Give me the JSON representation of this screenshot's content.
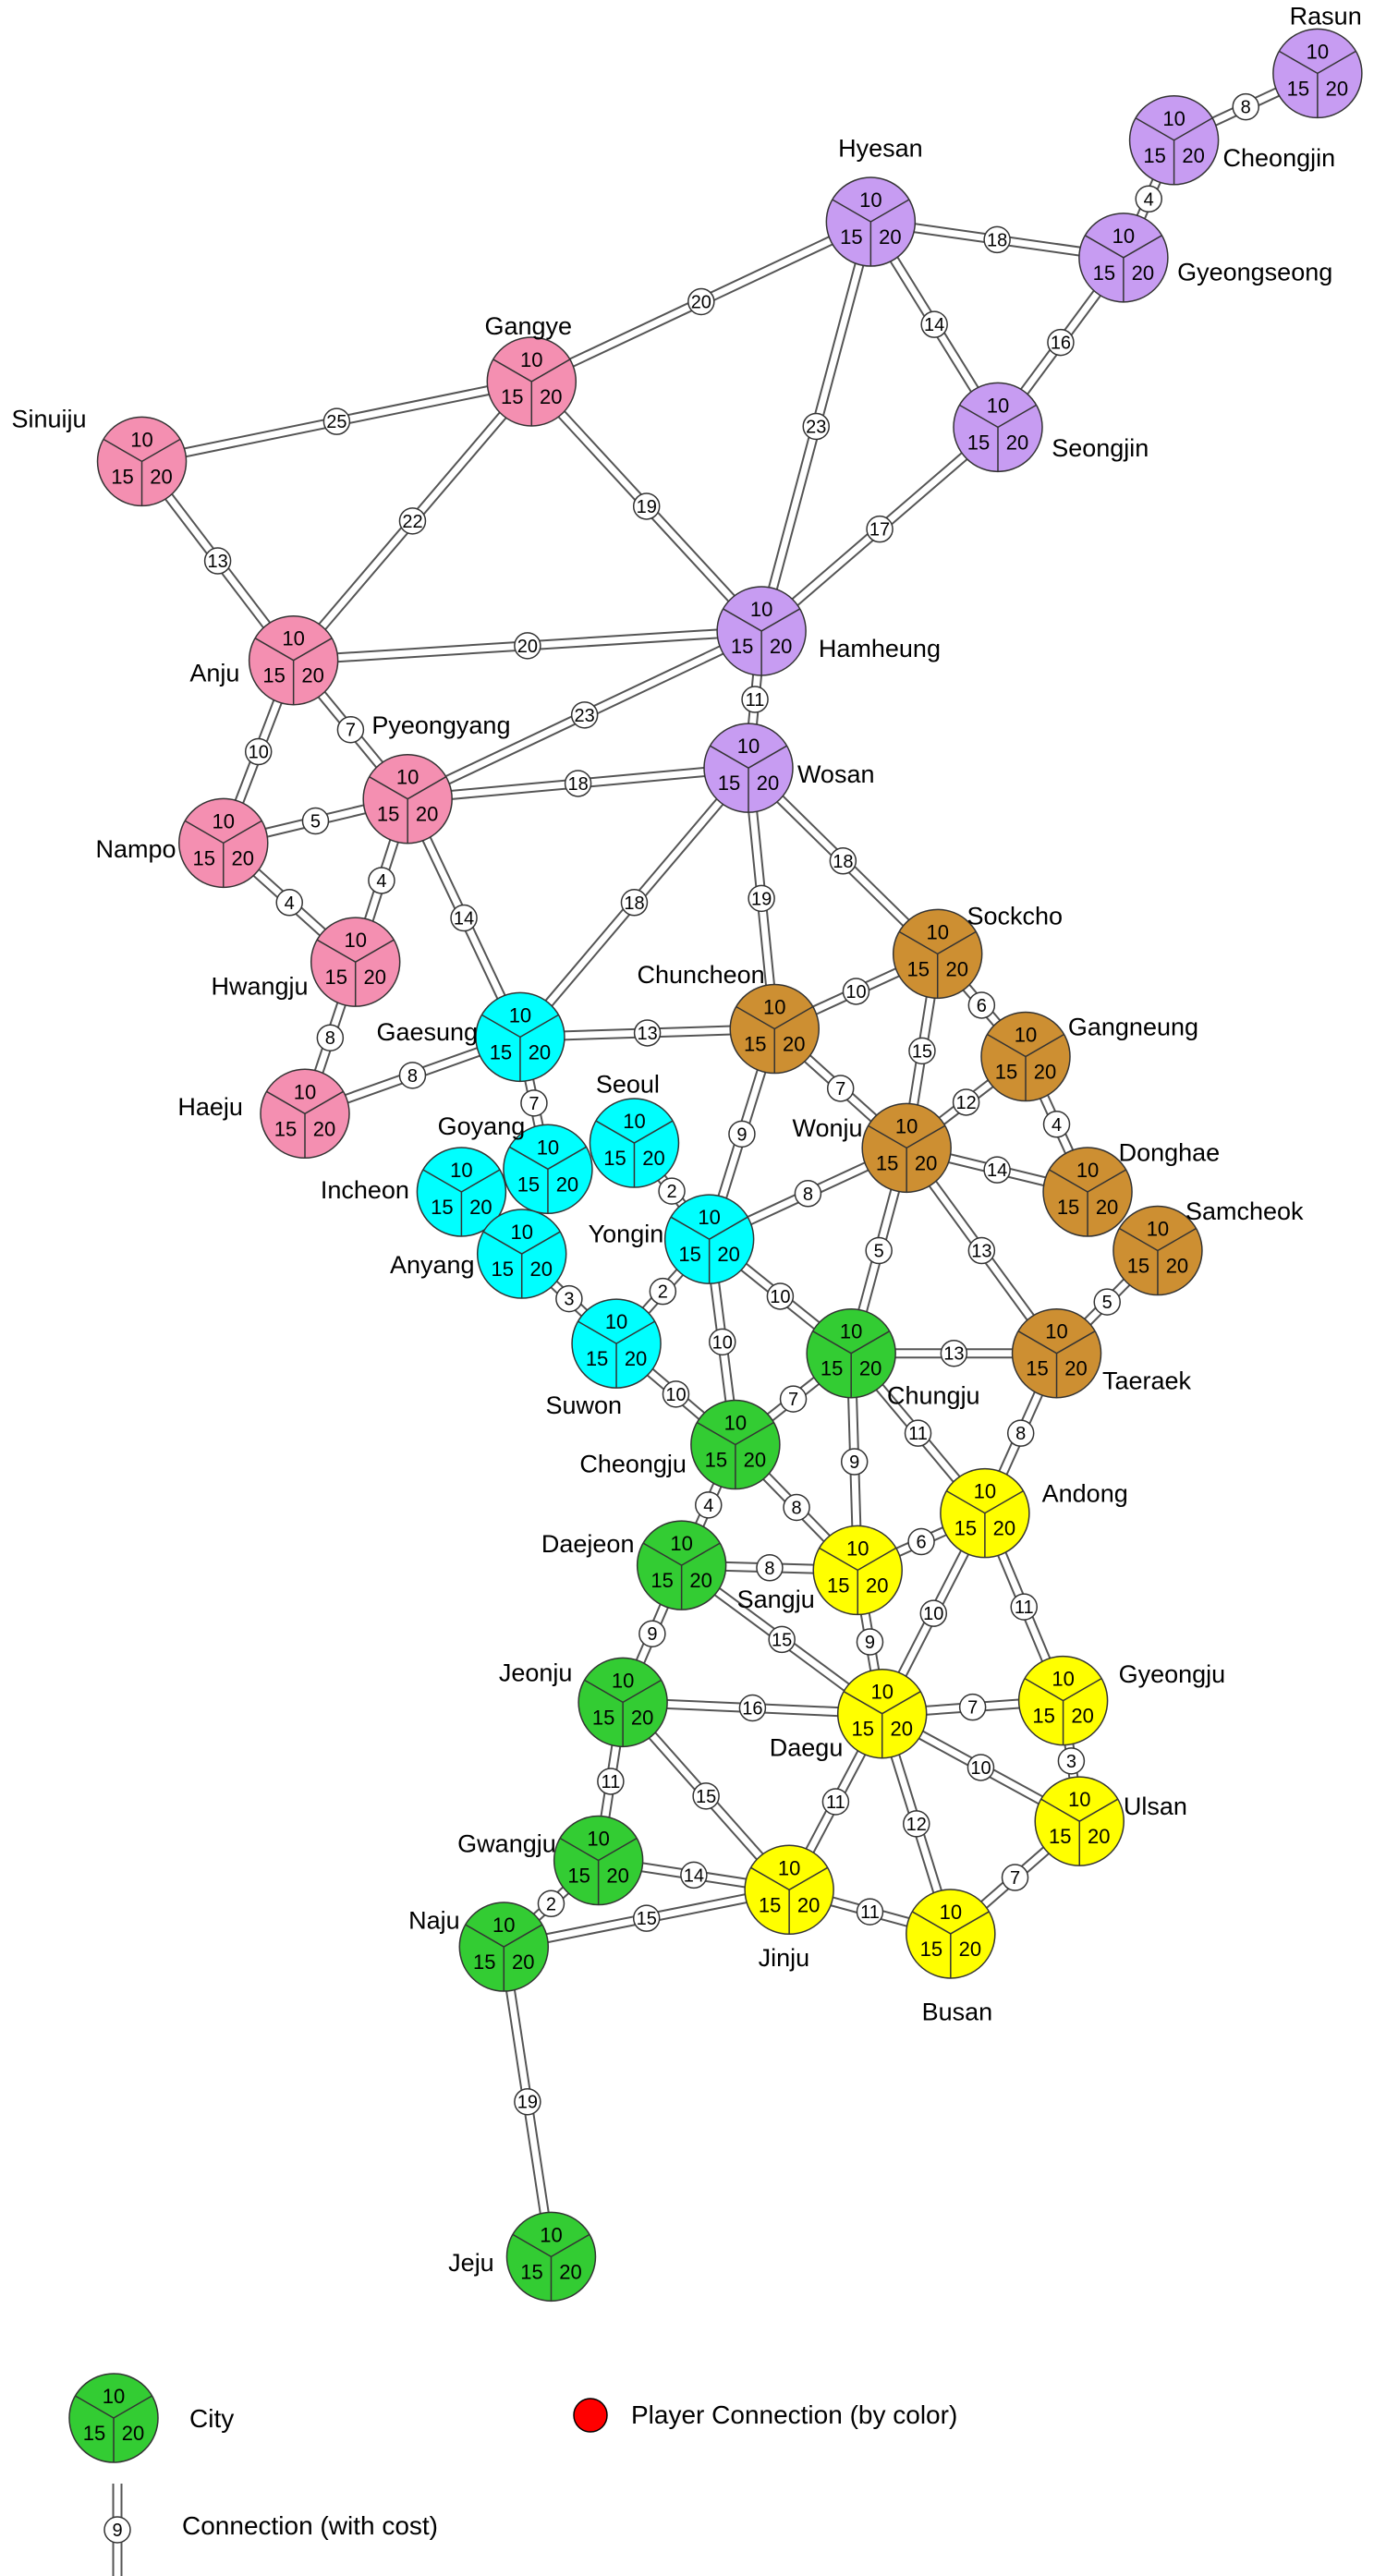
{
  "map": {
    "slot_labels": [
      "10",
      "15",
      "20"
    ],
    "regions": {
      "pink": "#f48fb1",
      "purple": "#c79cf2",
      "cyan": "#00ffff",
      "brown": "#cd8f32",
      "green": "#33cc33",
      "yellow": "#ffff00"
    },
    "cities": [
      {
        "id": "rasun",
        "name": "Rasun",
        "region": "purple"
      },
      {
        "id": "cheongjin",
        "name": "Cheongjin",
        "region": "purple"
      },
      {
        "id": "hyesan",
        "name": "Hyesan",
        "region": "purple"
      },
      {
        "id": "gyeongseong",
        "name": "Gyeongseong",
        "region": "purple"
      },
      {
        "id": "seongjin",
        "name": "Seongjin",
        "region": "purple"
      },
      {
        "id": "hamheung",
        "name": "Hamheung",
        "region": "purple"
      },
      {
        "id": "wosan",
        "name": "Wosan",
        "region": "purple"
      },
      {
        "id": "gangye",
        "name": "Gangye",
        "region": "pink"
      },
      {
        "id": "sinuiju",
        "name": "Sinuiju",
        "region": "pink"
      },
      {
        "id": "anju",
        "name": "Anju",
        "region": "pink"
      },
      {
        "id": "pyeongyang",
        "name": "Pyeongyang",
        "region": "pink"
      },
      {
        "id": "nampo",
        "name": "Nampo",
        "region": "pink"
      },
      {
        "id": "hwangju",
        "name": "Hwangju",
        "region": "pink"
      },
      {
        "id": "haeju",
        "name": "Haeju",
        "region": "pink"
      },
      {
        "id": "gaesung",
        "name": "Gaesung",
        "region": "cyan"
      },
      {
        "id": "seoul",
        "name": "Seoul",
        "region": "cyan"
      },
      {
        "id": "goyang",
        "name": "Goyang",
        "region": "cyan"
      },
      {
        "id": "incheon",
        "name": "Incheon",
        "region": "cyan"
      },
      {
        "id": "anyang",
        "name": "Anyang",
        "region": "cyan"
      },
      {
        "id": "yongin",
        "name": "Yongin",
        "region": "cyan"
      },
      {
        "id": "suwon",
        "name": "Suwon",
        "region": "cyan"
      },
      {
        "id": "chuncheon",
        "name": "Chuncheon",
        "region": "brown"
      },
      {
        "id": "sockcho",
        "name": "Sockcho",
        "region": "brown"
      },
      {
        "id": "gangneung",
        "name": "Gangneung",
        "region": "brown"
      },
      {
        "id": "wonju",
        "name": "Wonju",
        "region": "brown"
      },
      {
        "id": "donghae",
        "name": "Donghae",
        "region": "brown"
      },
      {
        "id": "samcheok",
        "name": "Samcheok",
        "region": "brown"
      },
      {
        "id": "taeraek",
        "name": "Taeraek",
        "region": "brown"
      },
      {
        "id": "chungju",
        "name": "Chungju",
        "region": "green"
      },
      {
        "id": "cheongju",
        "name": "Cheongju",
        "region": "green"
      },
      {
        "id": "daejeon",
        "name": "Daejeon",
        "region": "green"
      },
      {
        "id": "jeonju",
        "name": "Jeonju",
        "region": "green"
      },
      {
        "id": "gwangju",
        "name": "Gwangju",
        "region": "green"
      },
      {
        "id": "naju",
        "name": "Naju",
        "region": "green"
      },
      {
        "id": "jeju",
        "name": "Jeju",
        "region": "green"
      },
      {
        "id": "andong",
        "name": "Andong",
        "region": "yellow"
      },
      {
        "id": "sangju",
        "name": "Sangju",
        "region": "yellow"
      },
      {
        "id": "gyeongju",
        "name": "Gyeongju",
        "region": "yellow"
      },
      {
        "id": "daegu",
        "name": "Daegu",
        "region": "yellow"
      },
      {
        "id": "ulsan",
        "name": "Ulsan",
        "region": "yellow"
      },
      {
        "id": "jinju",
        "name": "Jinju",
        "region": "yellow"
      },
      {
        "id": "busan",
        "name": "Busan",
        "region": "yellow"
      }
    ],
    "connections": [
      {
        "a": "rasun",
        "b": "cheongjin",
        "cost": 8
      },
      {
        "a": "cheongjin",
        "b": "gyeongseong",
        "cost": 4
      },
      {
        "a": "hyesan",
        "b": "gyeongseong",
        "cost": 18
      },
      {
        "a": "gyeongseong",
        "b": "seongjin",
        "cost": 16
      },
      {
        "a": "hyesan",
        "b": "seongjin",
        "cost": 14
      },
      {
        "a": "hyesan",
        "b": "gangye",
        "cost": 20
      },
      {
        "a": "hyesan",
        "b": "hamheung",
        "cost": 23
      },
      {
        "a": "seongjin",
        "b": "hamheung",
        "cost": 17
      },
      {
        "a": "gangye",
        "b": "sinuiju",
        "cost": 25
      },
      {
        "a": "gangye",
        "b": "anju",
        "cost": 22
      },
      {
        "a": "gangye",
        "b": "hamheung",
        "cost": 19
      },
      {
        "a": "sinuiju",
        "b": "anju",
        "cost": 13
      },
      {
        "a": "anju",
        "b": "hamheung",
        "cost": 20
      },
      {
        "a": "anju",
        "b": "nampo",
        "cost": 10
      },
      {
        "a": "anju",
        "b": "pyeongyang",
        "cost": 7
      },
      {
        "a": "hamheung",
        "b": "wosan",
        "cost": 11
      },
      {
        "a": "hamheung",
        "b": "pyeongyang",
        "cost": 23
      },
      {
        "a": "pyeongyang",
        "b": "wosan",
        "cost": 18
      },
      {
        "a": "pyeongyang",
        "b": "nampo",
        "cost": 5
      },
      {
        "a": "pyeongyang",
        "b": "hwangju",
        "cost": 4
      },
      {
        "a": "pyeongyang",
        "b": "gaesung",
        "cost": 14
      },
      {
        "a": "nampo",
        "b": "hwangju",
        "cost": 4
      },
      {
        "a": "hwangju",
        "b": "haeju",
        "cost": 8
      },
      {
        "a": "haeju",
        "b": "gaesung",
        "cost": 8
      },
      {
        "a": "wosan",
        "b": "gaesung",
        "cost": 18
      },
      {
        "a": "wosan",
        "b": "chuncheon",
        "cost": 19
      },
      {
        "a": "wosan",
        "b": "sockcho",
        "cost": 18
      },
      {
        "a": "gaesung",
        "b": "chuncheon",
        "cost": 13
      },
      {
        "a": "gaesung",
        "b": "goyang",
        "cost": 7
      },
      {
        "a": "chuncheon",
        "b": "sockcho",
        "cost": 10
      },
      {
        "a": "chuncheon",
        "b": "wonju",
        "cost": 7
      },
      {
        "a": "chuncheon",
        "b": "yongin",
        "cost": 9
      },
      {
        "a": "sockcho",
        "b": "gangneung",
        "cost": 6
      },
      {
        "a": "sockcho",
        "b": "wonju",
        "cost": 15
      },
      {
        "a": "gangneung",
        "b": "wonju",
        "cost": 12
      },
      {
        "a": "gangneung",
        "b": "donghae",
        "cost": 4
      },
      {
        "a": "wonju",
        "b": "donghae",
        "cost": 14
      },
      {
        "a": "wonju",
        "b": "yongin",
        "cost": 8
      },
      {
        "a": "wonju",
        "b": "chungju",
        "cost": 5
      },
      {
        "a": "wonju",
        "b": "taeraek",
        "cost": 13
      },
      {
        "a": "samcheok",
        "b": "taeraek",
        "cost": 5
      },
      {
        "a": "seoul",
        "b": "yongin",
        "cost": 2
      },
      {
        "a": "yongin",
        "b": "suwon",
        "cost": 2
      },
      {
        "a": "anyang",
        "b": "suwon",
        "cost": 3
      },
      {
        "a": "yongin",
        "b": "chungju",
        "cost": 10
      },
      {
        "a": "yongin",
        "b": "cheongju",
        "cost": 10
      },
      {
        "a": "suwon",
        "b": "cheongju",
        "cost": 10
      },
      {
        "a": "chungju",
        "b": "taeraek",
        "cost": 13
      },
      {
        "a": "chungju",
        "b": "cheongju",
        "cost": 7
      },
      {
        "a": "chungju",
        "b": "andong",
        "cost": 11
      },
      {
        "a": "chungju",
        "b": "sangju",
        "cost": 9
      },
      {
        "a": "taeraek",
        "b": "andong",
        "cost": 8
      },
      {
        "a": "cheongju",
        "b": "daejeon",
        "cost": 4
      },
      {
        "a": "cheongju",
        "b": "sangju",
        "cost": 8
      },
      {
        "a": "daejeon",
        "b": "sangju",
        "cost": 8
      },
      {
        "a": "daejeon",
        "b": "jeonju",
        "cost": 9
      },
      {
        "a": "daejeon",
        "b": "daegu",
        "cost": 15
      },
      {
        "a": "andong",
        "b": "sangju",
        "cost": 6
      },
      {
        "a": "andong",
        "b": "daegu",
        "cost": 10
      },
      {
        "a": "andong",
        "b": "gyeongju",
        "cost": 11
      },
      {
        "a": "sangju",
        "b": "daegu",
        "cost": 9
      },
      {
        "a": "jeonju",
        "b": "daegu",
        "cost": 16
      },
      {
        "a": "jeonju",
        "b": "gwangju",
        "cost": 11
      },
      {
        "a": "jeonju",
        "b": "jinju",
        "cost": 15
      },
      {
        "a": "daegu",
        "b": "gyeongju",
        "cost": 7
      },
      {
        "a": "daegu",
        "b": "ulsan",
        "cost": 10
      },
      {
        "a": "daegu",
        "b": "jinju",
        "cost": 11
      },
      {
        "a": "daegu",
        "b": "busan",
        "cost": 12
      },
      {
        "a": "gyeongju",
        "b": "ulsan",
        "cost": 3
      },
      {
        "a": "ulsan",
        "b": "busan",
        "cost": 7
      },
      {
        "a": "gwangju",
        "b": "jinju",
        "cost": 14
      },
      {
        "a": "gwangju",
        "b": "naju",
        "cost": 2
      },
      {
        "a": "naju",
        "b": "jinju",
        "cost": 15
      },
      {
        "a": "jinju",
        "b": "busan",
        "cost": 11
      },
      {
        "a": "naju",
        "b": "jeju",
        "cost": 19
      }
    ]
  },
  "legend": {
    "city_label": "City",
    "city_region": "green",
    "player_connection_label": "Player Connection (by color)",
    "player_color": "#ff0000",
    "connection_label": "Connection (with cost)",
    "connection_sample_cost": "9"
  }
}
